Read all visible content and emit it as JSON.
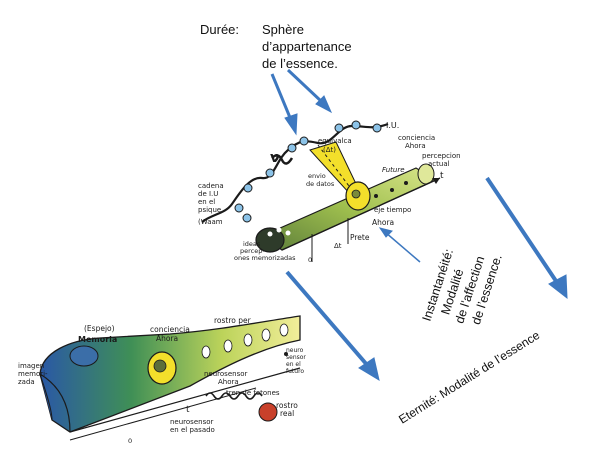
{
  "captions": {
    "duree_label": "Durée:",
    "duree_line1": "Sphère",
    "duree_line2": "d’appartenance",
    "duree_line3": "de l’essence.",
    "instant_line1": "Instantanéité:",
    "instant_line2": "Modalité",
    "instant_line3": "de l’affection",
    "instant_line4": "de l’essence.",
    "eternite": "Eternité: Modalité de l’essence"
  },
  "top_drawing": {
    "equivalence_line1": "equivalca",
    "equivalence_line2": "(Δt)",
    "nu_symbol": "ν",
    "iu_label": "I.U.",
    "conciencia_line1": "conciencia",
    "conciencia_line2": "Ahora",
    "percepcion_line1": "percepcion",
    "percepcion_line2": "actual",
    "envio_line1": "envio",
    "envio_line2": "de datos",
    "future": "Future",
    "eje_tiempo": "eje tiempo",
    "ahora": "Ahora",
    "t": "t",
    "pretes": "Prete",
    "delta_t": "Δt",
    "cadena_line1": "cadena",
    "cadena_line2": "de I.U",
    "cadena_line3": "en el",
    "cadena_line4": "psique",
    "waam": "(Waam",
    "ideas_line1": "ideas",
    "ideas_line2": "percep-",
    "ideas_line3": "ones memorizadas",
    "zero": "0"
  },
  "bottom_drawing": {
    "espejo": "(Espejo)",
    "memoria": "Memoria",
    "conciencia_line1": "conciencia",
    "conciencia_line2": "Ahora",
    "rostro_per": "rostro per",
    "imagen_line1": "imagen",
    "imagen_line2": "memori-",
    "imagen_line3": "zada",
    "neuro_future_line1": "neuro",
    "neuro_future_line2": "sensor",
    "neuro_future_line3": "en el",
    "neuro_future_line4": "futuro",
    "neurosensor_ahora_line1": "neurosensor",
    "neurosensor_ahora_line2": "Ahora",
    "tren_fotones": "tren de fotones",
    "rostro_real_line1": "rostro",
    "rostro_real_line2": "real",
    "t": "t",
    "neurosensor_pasado_line1": "neurosensor",
    "neurosensor_pasado_line2": "en el pasado",
    "zero": "0"
  },
  "colors": {
    "arrow_blue": "#3d78c0",
    "tube_green": "#9fbf4e",
    "tube_yellow": "#f0e04a",
    "tube_blue": "#2f5fa8",
    "ink": "#1b1b1b",
    "node_blue": "#8cc3e8",
    "cone_yellow": "#f3df2b",
    "face_red": "#c8402a"
  }
}
